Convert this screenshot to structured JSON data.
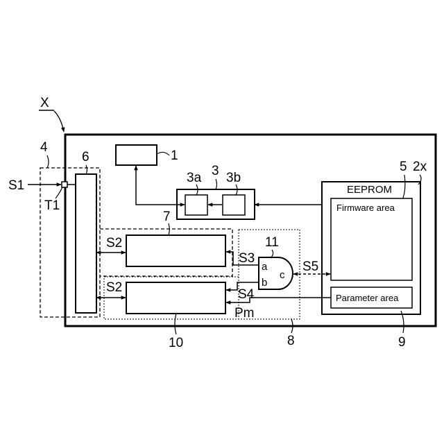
{
  "labels": {
    "device": "X",
    "input_signal": "S1",
    "terminal": "T1",
    "region_4": "4",
    "block_6": "6",
    "block_1": "1",
    "block_3": "3",
    "block_3a": "3a",
    "block_3b": "3b",
    "block_5": "5",
    "block_2x": "2x",
    "block_7": "7",
    "block_11": "11",
    "signal_s2_upper": "S2",
    "signal_s2_lower": "S2",
    "signal_s3": "S3",
    "signal_s4": "S4",
    "signal_s5": "S5",
    "gate_in_a": "a",
    "gate_in_b": "b",
    "gate_out_c": "c",
    "param_signal": "Pm",
    "block_10": "10",
    "region_8": "8",
    "block_9": "9"
  },
  "eeprom": {
    "title": "EEPROM",
    "firmware_area": "Firmware area",
    "parameter_area": "Parameter area"
  }
}
